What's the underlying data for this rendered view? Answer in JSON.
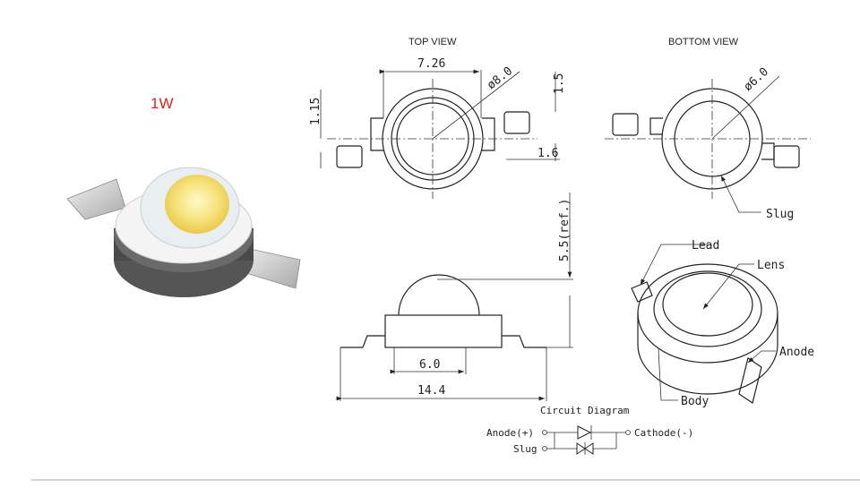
{
  "product": {
    "power_label": "1W",
    "power_color": "#d9251d"
  },
  "top_view": {
    "title": "TOP VIEW",
    "dim_width": "7.26",
    "dim_diameter": "ø8.0",
    "dim_left_height": "1.15",
    "dim_right_height": "1.5",
    "dim_lead_width": "1.6"
  },
  "bottom_view": {
    "title": "BOTTOM VIEW",
    "dim_diameter": "ø6.0",
    "slug_label": "Slug"
  },
  "side_view": {
    "dim_height": "5.5(ref.)",
    "dim_body_width": "6.0",
    "dim_total_width": "14.4"
  },
  "iso_view": {
    "lead_label": "Lead",
    "lens_label": "Lens",
    "anode_label": "Anode",
    "body_label": "Body"
  },
  "circuit": {
    "title": "Circuit Diagram",
    "anode_label": "Anode(+)",
    "slug_label": "Slug",
    "cathode_label": "Cathode(-)"
  }
}
